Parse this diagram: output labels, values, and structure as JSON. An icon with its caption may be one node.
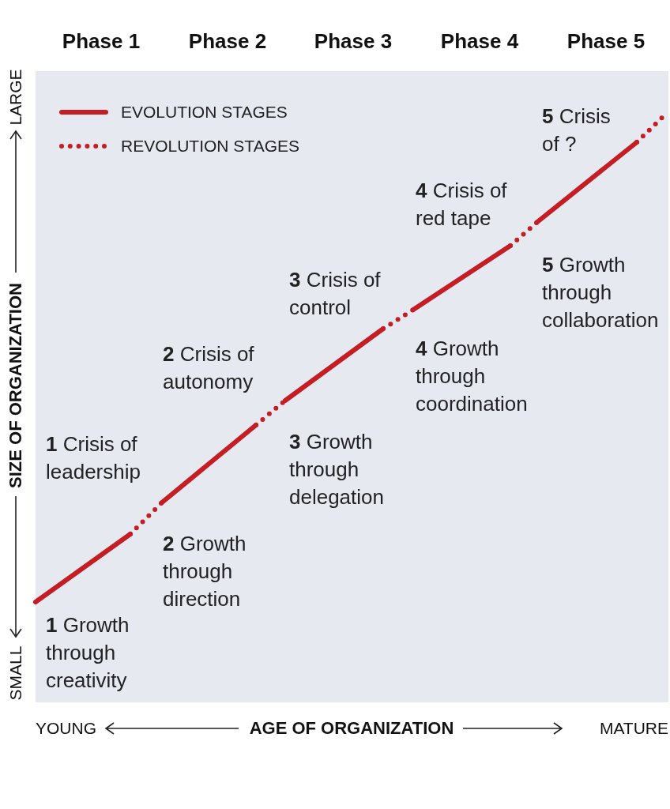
{
  "diagram": {
    "labels": [
      "Phase 1",
      "Phase 2",
      "Phase 3",
      "Phase 4",
      "Phase 5",
      "LARGE",
      "SIZE OF ORGANIZATION",
      "SMALL",
      "**1** Growth through creativity",
      "**1** Crisis of leadership",
      "**2** Growth through direction",
      "**2** Crisis of autonomy",
      "**3** Growth through delegation",
      "**3** Crisis of control",
      "**4** Growth through coordination",
      "**4** Crisis of red tape",
      "**5** Growth through collaboration",
      "**5** Crisis of ?",
      "YOUNG",
      "AGE OF ORGANIZATION",
      "MATURE"
    ],
    "legend": [
      {
        "text": "EVOLUTION STAGES"
      },
      {
        "text": "REVOLUTION STAGES"
      }
    ]
  }
}
